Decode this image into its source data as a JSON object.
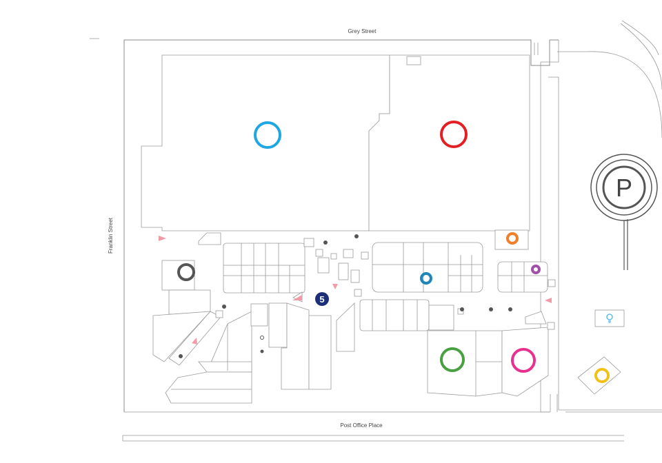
{
  "streets": {
    "north": "Grey Street",
    "west": "Franklin Street",
    "south": "Post Office Place"
  },
  "parking_symbol": "P",
  "marker_number": "5",
  "colors": {
    "blue_anchor": "#1ea7e1",
    "red_anchor": "#e31e24",
    "orange": "#f07f2a",
    "teal": "#1f86b8",
    "purple": "#a24fa8",
    "grey": "#555555",
    "green": "#49a041",
    "pink": "#e8308f",
    "yellow": "#f1c116",
    "light_blue": "#45b6e9",
    "marker_navy": "#1e2f7a",
    "arrow_pink": "#f29aa6"
  },
  "icons": [
    "parking-icon",
    "lightbulb-icon",
    "location-marker-icon",
    "direction-arrow-icon",
    "pole-marker-icon"
  ]
}
